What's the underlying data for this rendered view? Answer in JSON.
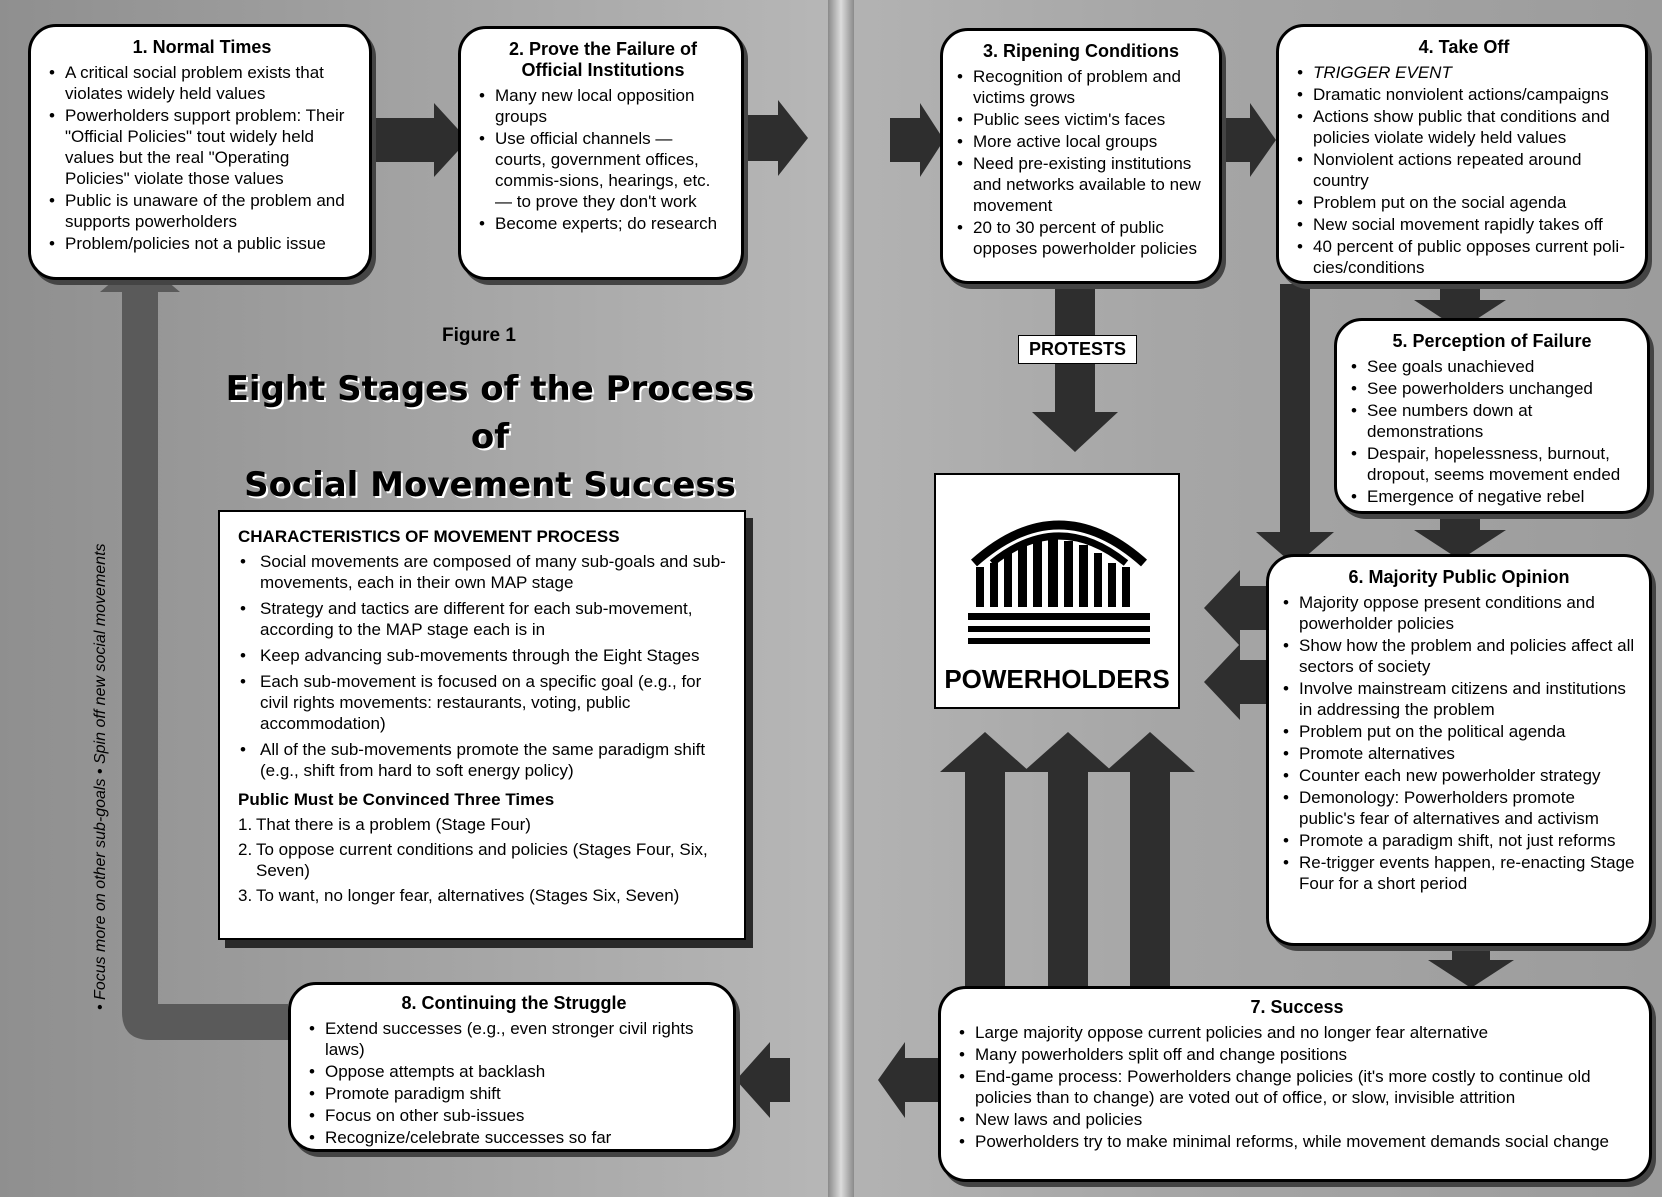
{
  "figure_label": "Figure 1",
  "title_line1": "Eight Stages of the Process of",
  "title_line2": "Social Movement Success",
  "side_text": "•  Focus more on other sub-goals  •  Spin off new social movements",
  "protests_label": "PROTESTS",
  "powerholders_label": "POWERHOLDERS",
  "colors": {
    "arrow": "#2e2e2e",
    "box": "#ffffff",
    "page": "#a3a3a3"
  },
  "icons": {
    "powerholders": "columned-building-icon"
  },
  "stages": [
    {
      "title": "1. Normal Times",
      "items": [
        "A critical social problem exists that violates widely held values",
        "Powerholders support problem: Their \"Official Policies\" tout widely held values but the real \"Operating Policies\" violate those values",
        "Public is unaware of the problem and supports powerholders",
        "Problem/policies not a public issue"
      ]
    },
    {
      "title": "2. Prove the Failure of Official Institutions",
      "items": [
        "Many new local opposition groups",
        "Use official channels — courts, government offices, commis-sions, hearings, etc. — to prove they don't work",
        "Become experts; do research"
      ]
    },
    {
      "title": "3. Ripening Conditions",
      "items": [
        "Recognition of problem and victims grows",
        "Public sees victim's faces",
        "More active local groups",
        "Need pre-existing institutions and networks available to new movement",
        "20 to 30 percent of public opposes powerholder policies"
      ]
    },
    {
      "title": "4. Take Off",
      "items": [
        "TRIGGER EVENT",
        "Dramatic nonviolent actions/campaigns",
        "Actions show public that conditions and policies violate widely held values",
        "Nonviolent actions repeated around country",
        "Problem put on the social agenda",
        "New social movement rapidly takes off",
        "40 percent of public opposes current poli-cies/conditions"
      ]
    },
    {
      "title": "5. Perception of Failure",
      "items": [
        "See goals unachieved",
        "See powerholders unchanged",
        "See numbers down at demonstrations",
        "Despair, hopelessness, burnout, dropout, seems movement ended",
        "Emergence of negative rebel"
      ]
    },
    {
      "title": "6. Majority Public Opinion",
      "items": [
        "Majority oppose present conditions and powerholder policies",
        "Show how the problem and policies affect all sectors of society",
        "Involve mainstream citizens and institutions in addressing the problem",
        "Problem put on the political agenda",
        "Promote alternatives",
        "Counter each new powerholder strategy",
        "Demonology: Powerholders promote public's fear of alternatives and activism",
        "Promote a paradigm shift, not just reforms",
        "Re-trigger events happen, re-enacting Stage Four for a short period"
      ]
    },
    {
      "title": "7. Success",
      "items": [
        "Large majority oppose current policies and no longer fear alternative",
        "Many powerholders split off and change positions",
        "End-game process: Powerholders change policies (it's more costly to continue old policies than to change) are voted out of office, or slow, invisible attrition",
        "New laws and policies",
        "Powerholders try to make minimal reforms, while movement demands social change"
      ]
    },
    {
      "title": "8. Continuing the Struggle",
      "items": [
        "Extend successes (e.g., even stronger civil rights laws)",
        "Oppose attempts at backlash",
        "Promote paradigm shift",
        "Focus on other sub-issues",
        "Recognize/celebrate successes so far"
      ]
    }
  ],
  "characteristics": {
    "heading": "CHARACTERISTICS OF MOVEMENT PROCESS",
    "items": [
      "Social movements are composed of many sub-goals and sub-movements, each in their own MAP stage",
      "Strategy and tactics are different for each sub-movement, according to the MAP stage each is in",
      "Keep advancing sub-movements through the Eight Stages",
      "Each sub-movement is focused on a specific goal (e.g., for civil rights movements: restaurants, voting, public accommodation)",
      "All of the sub-movements promote the same paradigm shift (e.g., shift from hard to soft energy policy)"
    ],
    "public_heading": "Public Must be Convinced Three Times",
    "public_items": [
      {
        "num": "1.",
        "text": "That there is a problem (Stage Four)"
      },
      {
        "num": "2.",
        "text": "To oppose current conditions and policies (Stages Four, Six, Seven)"
      },
      {
        "num": "3.",
        "text": "To want, no longer fear, alternatives (Stages Six, Seven)"
      }
    ]
  }
}
